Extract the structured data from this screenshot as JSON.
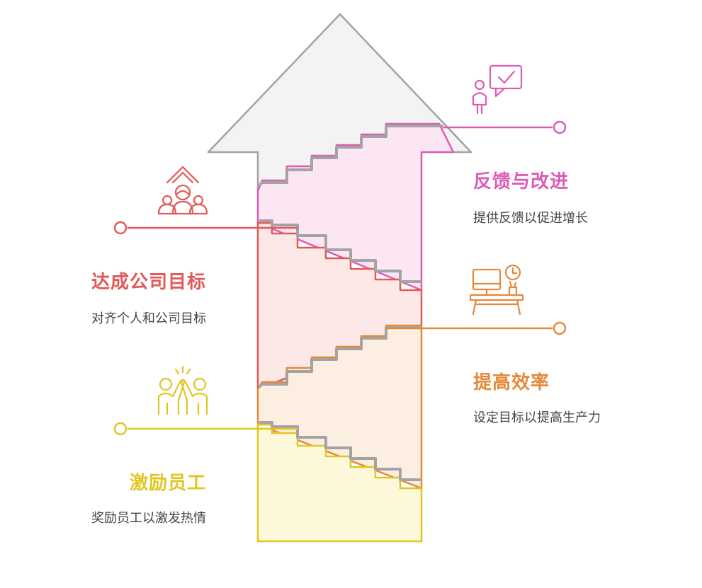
{
  "colors": {
    "yellow": "#e0c622",
    "orange": "#e5893a",
    "red": "#e05a57",
    "pink": "#dc5cb6",
    "gray": "#a3a3a3"
  },
  "steps": [
    {
      "title": "激励员工",
      "desc": "奖励员工以激发热情",
      "icon": "high-five-people-icon",
      "color": "#e0c622"
    },
    {
      "title": "达成公司目标",
      "desc": "对齐个人和公司目标",
      "icon": "team-growth-arrow-icon",
      "color": "#e05a57"
    },
    {
      "title": "提高效率",
      "desc": "设定目标以提高生产力",
      "icon": "desk-clock-icon",
      "color": "#e5893a"
    },
    {
      "title": "反馈与改进",
      "desc": "提供反馈以促进增长",
      "icon": "person-feedback-check-icon",
      "color": "#dc5cb6"
    }
  ]
}
